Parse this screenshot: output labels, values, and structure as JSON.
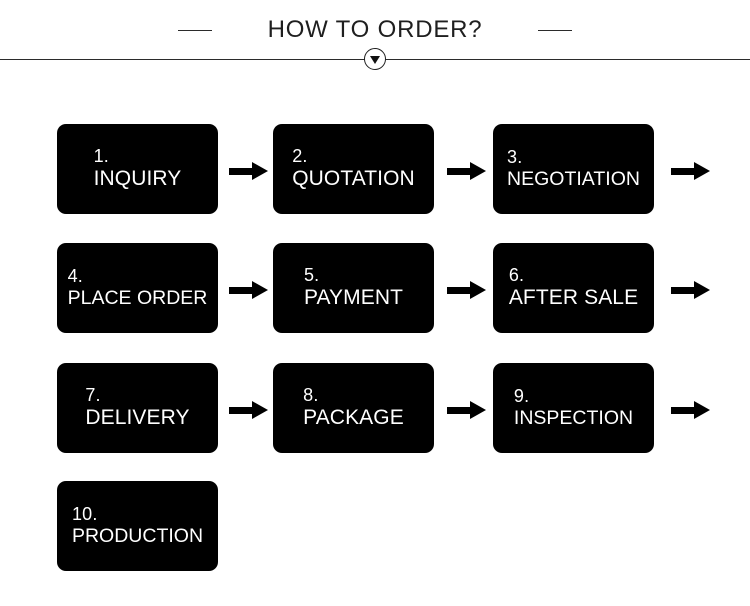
{
  "header": {
    "title": "HOW TO ORDER?",
    "left_dash": "",
    "right_dash": "",
    "badge_icon": "chevron-down-icon"
  },
  "colors": {
    "background": "#ffffff",
    "box_fill": "#000000",
    "box_text": "#ffffff",
    "title_text": "#1f1f1f",
    "rule": "#2b2b2b"
  },
  "flow": {
    "rows": [
      {
        "steps": [
          {
            "number": "1.",
            "label": "INQUIRY",
            "wide": false,
            "arrow_after": true
          },
          {
            "number": "2.",
            "label": "QUOTATION",
            "wide": false,
            "arrow_after": true
          },
          {
            "number": "3.",
            "label": "NEGOTIATION",
            "wide": true,
            "arrow_after": true
          }
        ]
      },
      {
        "steps": [
          {
            "number": "4.",
            "label": "PLACE ORDER",
            "wide": true,
            "arrow_after": true
          },
          {
            "number": "5.",
            "label": "PAYMENT",
            "wide": false,
            "arrow_after": true
          },
          {
            "number": "6.",
            "label": "AFTER SALE",
            "wide": false,
            "arrow_after": true
          }
        ]
      },
      {
        "steps": [
          {
            "number": "7.",
            "label": "DELIVERY",
            "wide": false,
            "arrow_after": true
          },
          {
            "number": "8.",
            "label": "PACKAGE",
            "wide": false,
            "arrow_after": true
          },
          {
            "number": "9.",
            "label": "INSPECTION",
            "wide": true,
            "arrow_after": true
          }
        ]
      },
      {
        "steps": [
          {
            "number": "10.",
            "label": "PRODUCTION",
            "wide": true,
            "arrow_after": false
          }
        ]
      }
    ]
  }
}
